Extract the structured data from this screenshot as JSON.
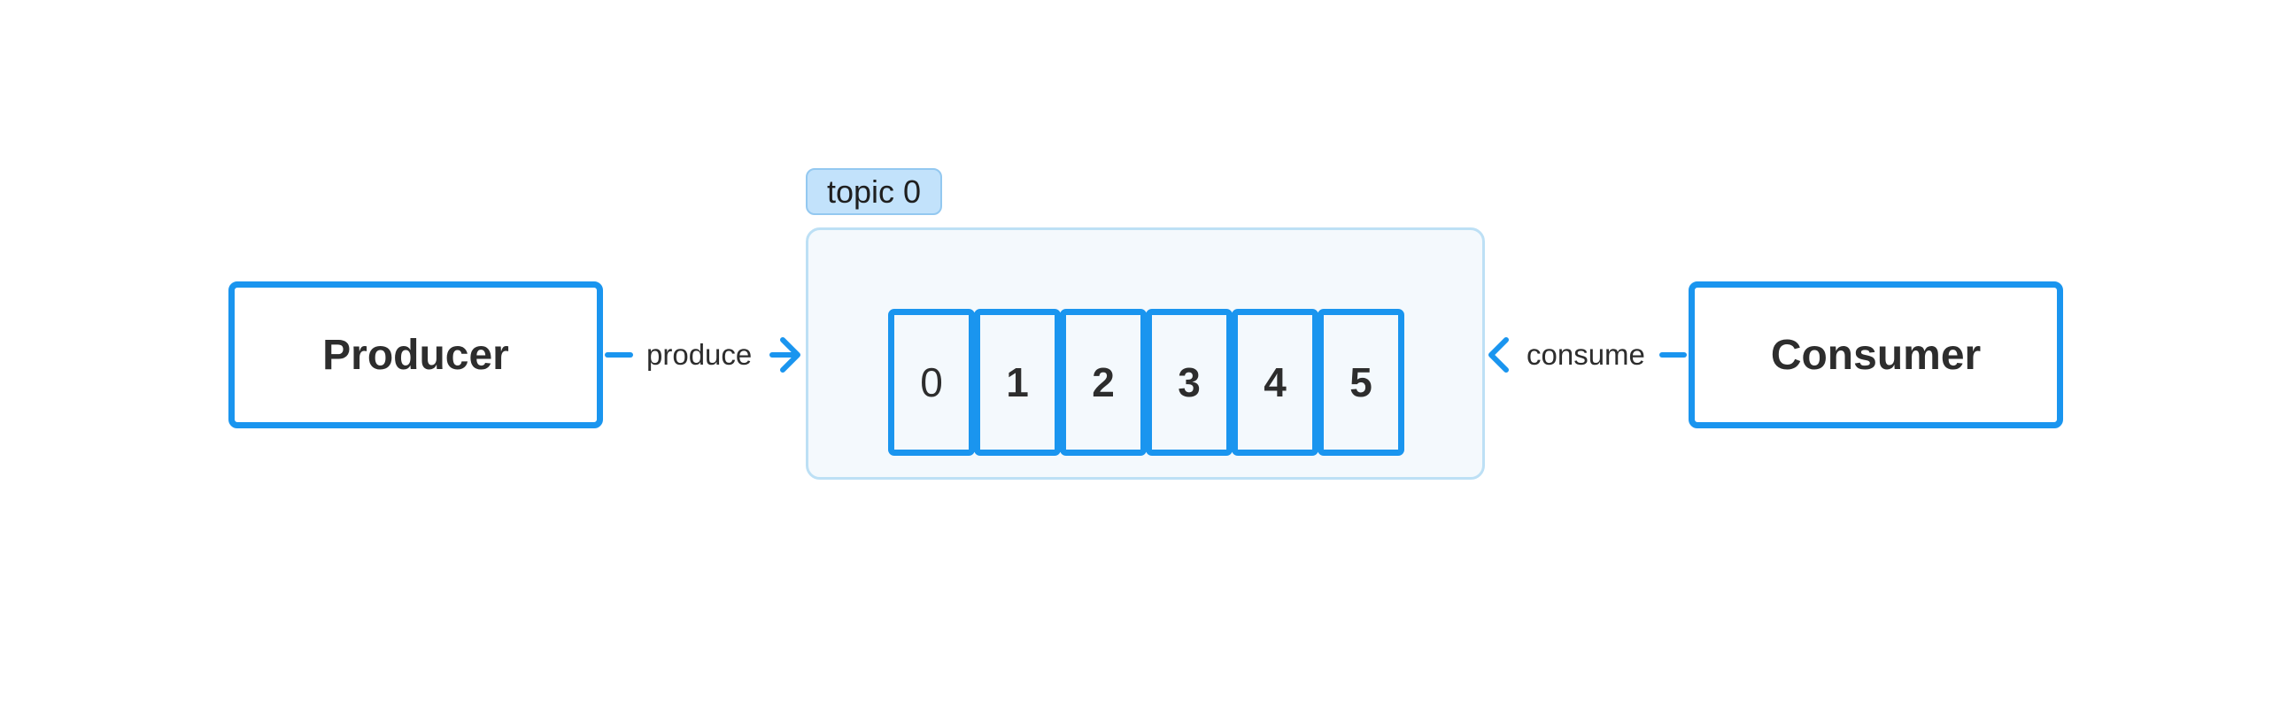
{
  "nodes": {
    "producer": "Producer",
    "consumer": "Consumer"
  },
  "edges": {
    "produce": "produce",
    "consume": "consume"
  },
  "topic": {
    "label": "topic 0",
    "partitions": [
      "0",
      "1",
      "2",
      "3",
      "4",
      "5"
    ]
  },
  "colors": {
    "accent": "#1a95ef",
    "topic_fill": "#f4f9fd",
    "tag_fill": "#c2e2fb"
  }
}
